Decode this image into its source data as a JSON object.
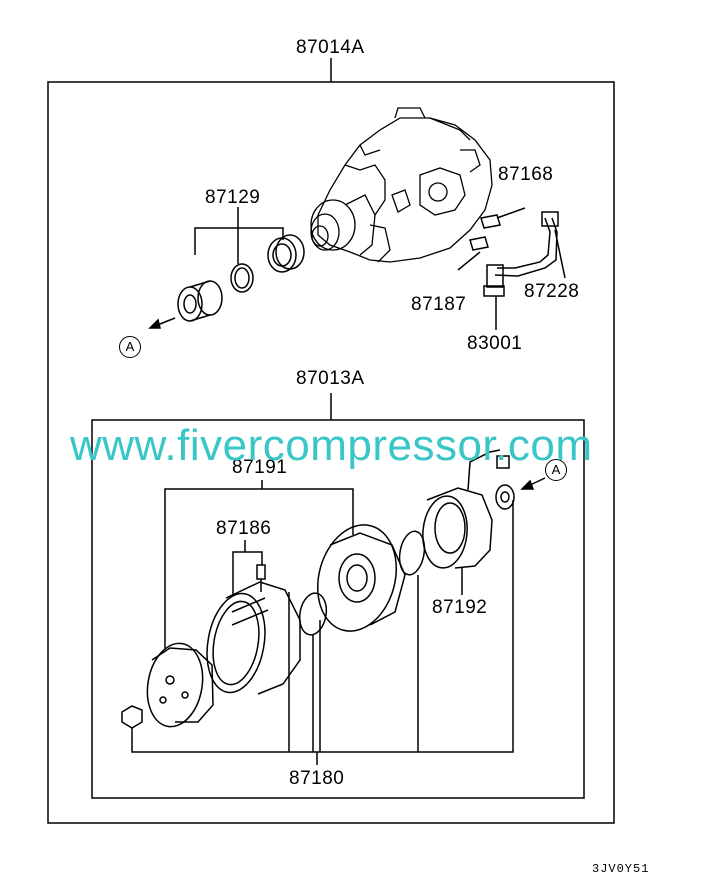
{
  "assembly_top": "87014A",
  "assembly_clutch": "87013A",
  "parts": {
    "p87129": "87129",
    "p87168": "87168",
    "p87187": "87187",
    "p87228": "87228",
    "p83001": "83001",
    "p87191": "87191",
    "p87186": "87186",
    "p87192": "87192",
    "p87180": "87180"
  },
  "ref_marker": "A",
  "watermark": "www.fivercompressor.com",
  "drawing_code": "3JV0Y51",
  "colors": {
    "watermark": "#39c6c6",
    "line": "#000000"
  }
}
